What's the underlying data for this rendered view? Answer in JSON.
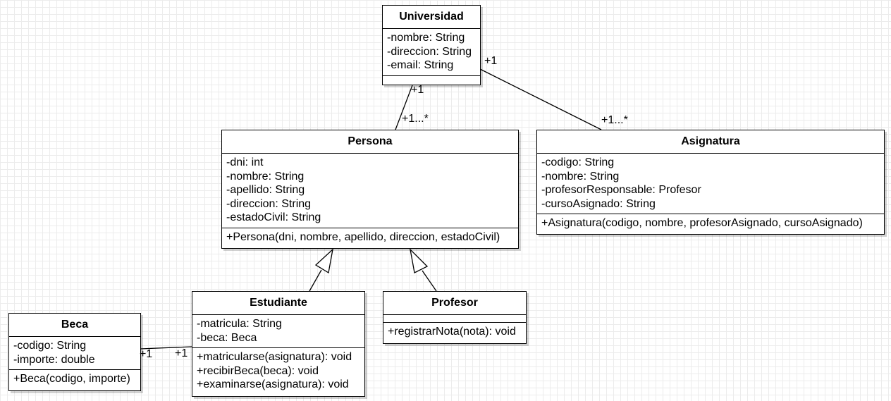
{
  "classes": {
    "universidad": {
      "name": "Universidad",
      "attributes": [
        "-nombre: String",
        "-direccion: String",
        "-email: String"
      ],
      "operations": []
    },
    "persona": {
      "name": "Persona",
      "attributes": [
        "-dni: int",
        "-nombre: String",
        "-apellido: String",
        "-direccion: String",
        "-estadoCivil: String"
      ],
      "operations": [
        "+Persona(dni, nombre, apellido, direccion, estadoCivil)"
      ]
    },
    "asignatura": {
      "name": "Asignatura",
      "attributes": [
        "-codigo: String",
        "-nombre: String",
        "-profesorResponsable: Profesor",
        "-cursoAsignado: String"
      ],
      "operations": [
        "+Asignatura(codigo, nombre, profesorAsignado, cursoAsignado)"
      ]
    },
    "estudiante": {
      "name": "Estudiante",
      "attributes": [
        "-matricula: String",
        "-beca: Beca"
      ],
      "operations": [
        "+matricularse(asignatura): void",
        "+recibirBeca(beca): void",
        "+examinarse(asignatura): void"
      ]
    },
    "profesor": {
      "name": "Profesor",
      "attributes": [],
      "operations": [
        "+registrarNota(nota): void"
      ]
    },
    "beca": {
      "name": "Beca",
      "attributes": [
        "-codigo: String",
        "-importe: double"
      ],
      "operations": [
        "+Beca(codigo, importe)"
      ]
    }
  },
  "multiplicities": {
    "universidad_persona_top": "+1",
    "universidad_persona_bottom": "+1...*",
    "universidad_asignatura_top": "+1",
    "universidad_asignatura_bottom": "+1...*",
    "beca_estudiante_left": "+1",
    "beca_estudiante_right": "+1"
  }
}
